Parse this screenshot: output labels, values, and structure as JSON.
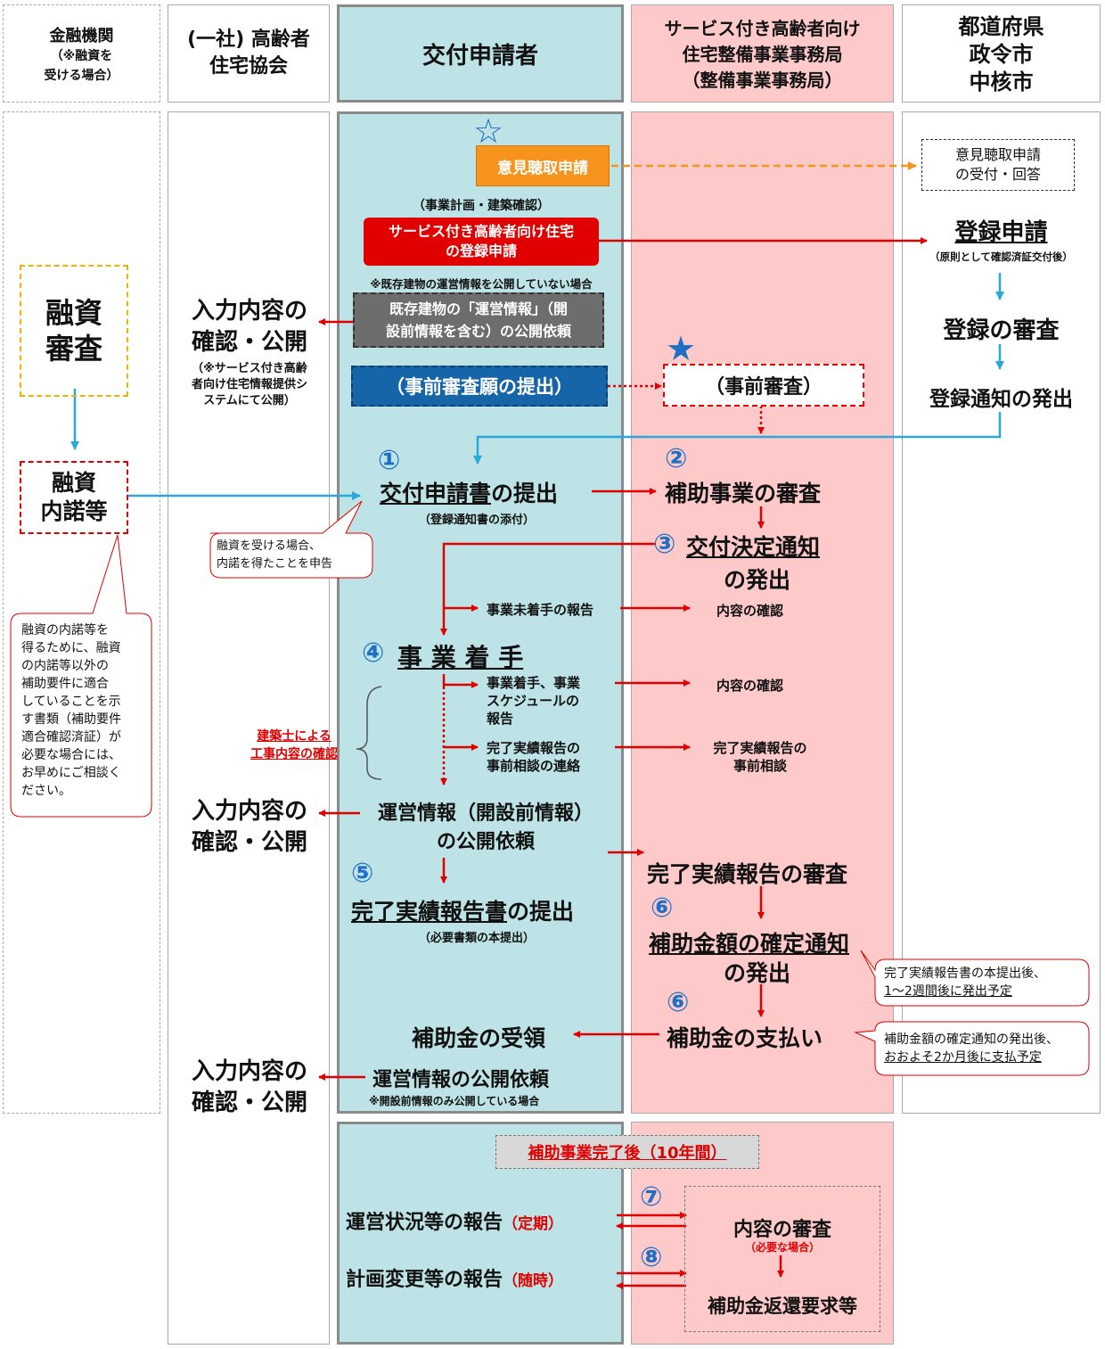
{
  "headers": {
    "finance": [
      "金融機関",
      "（※融資を",
      "受ける場合）"
    ],
    "housing": [
      "(一社) 高齢者",
      "住宅協会"
    ],
    "applicant": "交付申請者",
    "office": [
      "サービス付き高齢者向け",
      "住宅整備事業事務局",
      "（整備事業事務局）"
    ],
    "pref": [
      "都道府県",
      "政令市",
      "中核市"
    ]
  },
  "finance": {
    "loan_review": [
      "融資",
      "審査"
    ],
    "loan_commit": [
      "融資",
      "内諾等"
    ],
    "note": [
      "融資の内諾等を",
      "得るために、融資",
      "の内諾等以外の",
      "補助要件に適合",
      "していることを示",
      "す書類（補助要件",
      "適合確認済証）が",
      "必要な場合には、",
      "お早めにご相談く",
      "ださい。"
    ]
  },
  "housing": {
    "confirm1": [
      "入力内容の",
      "確認・公開"
    ],
    "confirm1_note": [
      "（※サービス付き高齢",
      "者向け住宅情報提供シ",
      "ステムにて公開）"
    ],
    "loan_callout": [
      "融資を受ける場合、",
      "内諾を得たことを申告"
    ],
    "architect": [
      "建築士による",
      "工事内容の確認"
    ],
    "confirm2": [
      "入力内容の",
      "確認・公開"
    ],
    "confirm3": [
      "入力内容の",
      "確認・公開"
    ]
  },
  "applicant": {
    "star1": "☆",
    "opinion_request": "意見聴取申請",
    "plan_label": "（事業計画・建築確認）",
    "register_request": [
      "サービス付き高齢者向け住宅",
      "の登録申請"
    ],
    "existing_note": "※既存建物の運営情報を公開していない場合",
    "existing_request": [
      "既存建物の「運営情報」（開",
      "設前情報を含む）の公開依頼"
    ],
    "pre_exam": "（事前審査願の提出）",
    "step1_num": "①",
    "step1_a": "交付申請書",
    "step1_b": "の提出",
    "step1_sub": "（登録通知書の添付）",
    "not_started": "事業未着手の報告",
    "step4_num": "④",
    "step4": "事 業 着 手",
    "start_report": [
      "事業着手、事業",
      "スケジュールの",
      "報告"
    ],
    "pre_consult": [
      "完了実績報告の",
      "事前相談の連絡"
    ],
    "ops_info": [
      "運営情報（開設前情報）",
      "の公開依頼"
    ],
    "step5_num": "⑤",
    "step5_a": "完了実績報告書",
    "step5_b": "の提出",
    "step5_sub": "（必要書類の本提出）",
    "receive": "補助金の受領",
    "ops_req": "運営情報の公開依頼",
    "ops_req_note": "※開設前情報のみ公開している場合",
    "after_label": "補助事業完了後（10年間）",
    "status_report": "運営状況等の報告",
    "status_paren": "（定期）",
    "change_report": "計画変更等の報告",
    "change_paren": "（随時）"
  },
  "office": {
    "star2": "★",
    "pre_review": "（事前審査）",
    "step2_num": "②",
    "step2": "補助事業の審査",
    "step3_num": "③",
    "step3_a": "交付決定通知",
    "step3_b": "の発出",
    "confirm_a": "内容の確認",
    "confirm_b": "内容の確認",
    "consult": [
      "完了実績報告の",
      "事前相談"
    ],
    "completion_review": "完了実績報告の審査",
    "step6a_num": "⑥",
    "step6a_a": "補助金額の確定通知",
    "step6a_b": "の発出",
    "callout1_a": "完了実績報告書の本提出後、",
    "callout1_b": "1～2週間後に発出予定",
    "step6b_num": "⑥",
    "step6b": "補助金の支払い",
    "callout2_a": "補助金額の確定通知の発出後、",
    "callout2_b": "おおよそ2か月後に支払予定",
    "step7_num": "⑦",
    "step8_num": "⑧",
    "exam": "内容の審査",
    "exam_note": "（必要な場合）",
    "refund": "補助金返還要求等"
  },
  "pref": {
    "opinion_reply": [
      "意見聴取申請",
      "の受付・回答"
    ],
    "register": "登録申請",
    "register_note": "（原則として確認済証交付後）",
    "reg_review": "登録の審査",
    "reg_notice": "登録通知の発出"
  },
  "colors": {
    "applicant_bg": "#bde3e6",
    "office_bg": "#fdc9c9",
    "red": "#e00000",
    "blue_arrow": "#29a8dd",
    "orange": "#f7941d",
    "number_blue": "#1f6fc5",
    "dark_blue_box": "#1565a8",
    "gray_box": "#6d6d6d"
  }
}
